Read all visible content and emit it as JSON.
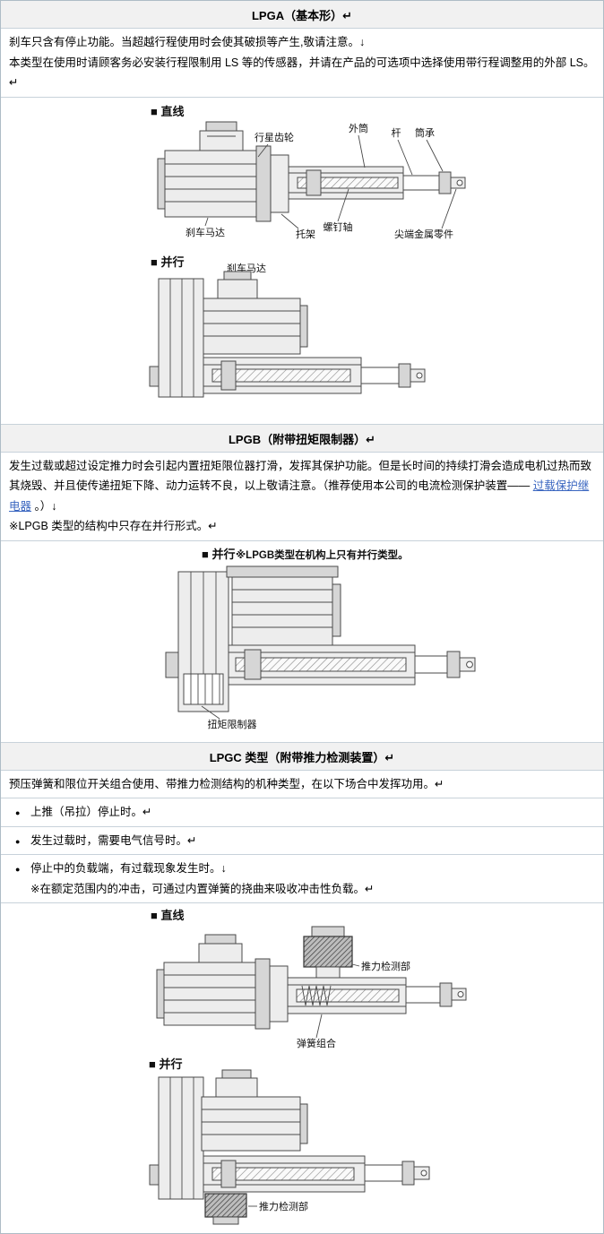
{
  "glyphs": {
    "bullet": "●"
  },
  "colors": {
    "link": "#3a66c0",
    "header_bg": "#f1f1f1",
    "border": "#c8d2da"
  },
  "sections": {
    "lpga": {
      "header": "LPGA（基本形）↵",
      "line1": "刹车只含有停止功能。当超越行程使用时会使其破损等产生,敬请注意。↓",
      "line2": "本类型在使用时请顾客务必安装行程限制用 LS 等的传感器，并请在产品的可选项中选择使用带行程调整用的外部 LS。↵",
      "fig": {
        "inline_label": "■ 直线",
        "parallel_label": "■ 并行",
        "planetary_gear": "行星齿轮",
        "outer_tube": "外筒",
        "rod": "杆",
        "tube_bearing": "筒承",
        "brake_motor": "刹车马达",
        "bracket": "托架",
        "screw_shaft": "螺钉轴",
        "tip_metal": "尖端金属零件",
        "brake_motor_parallel": "刹车马达"
      }
    },
    "lpgb": {
      "header": "LPGB（附带扭矩限制器）↵",
      "para_pre": "发生过载或超过设定推力时会引起内置扭矩限位器打滑，发挥其保护功能。但是长时间的持续打滑会造成电机过热而致其烧毁、并且使传递扭矩下降、动力运转不良，以上敬请注意。（推荐使用本公司的电流检测保护装置—— ",
      "para_link": "过载保护继电器",
      "para_post": " 。）↓",
      "note": "※LPGB 类型的结构中只存在并行形式。↵",
      "fig": {
        "parallel_label": "■ 并行",
        "note": "※LPGB类型在机构上只有并行类型。",
        "torque_limiter": "扭矩限制器"
      }
    },
    "lpgc": {
      "header": "LPGC 类型（附带推力检测装置）↵",
      "intro": "预压弹簧和限位开关组合使用、带推力检测结构的机种类型，在以下场合中发挥功用。↵",
      "bullets": [
        "上推（吊拉）停止时。↵",
        "发生过载时，需要电气信号时。↵",
        "停止中的负载端，有过载现象发生时。↓"
      ],
      "subnote": "※在额定范围内的冲击，可通过内置弹簧的挠曲来吸收冲击性负载。↵",
      "fig": {
        "inline_label": "■ 直线",
        "parallel_label": "■ 并行",
        "thrust_detector_inline": "推力检测部",
        "spring_assembly": "弹簧组合",
        "thrust_detector_parallel": "推力检测部"
      }
    }
  }
}
